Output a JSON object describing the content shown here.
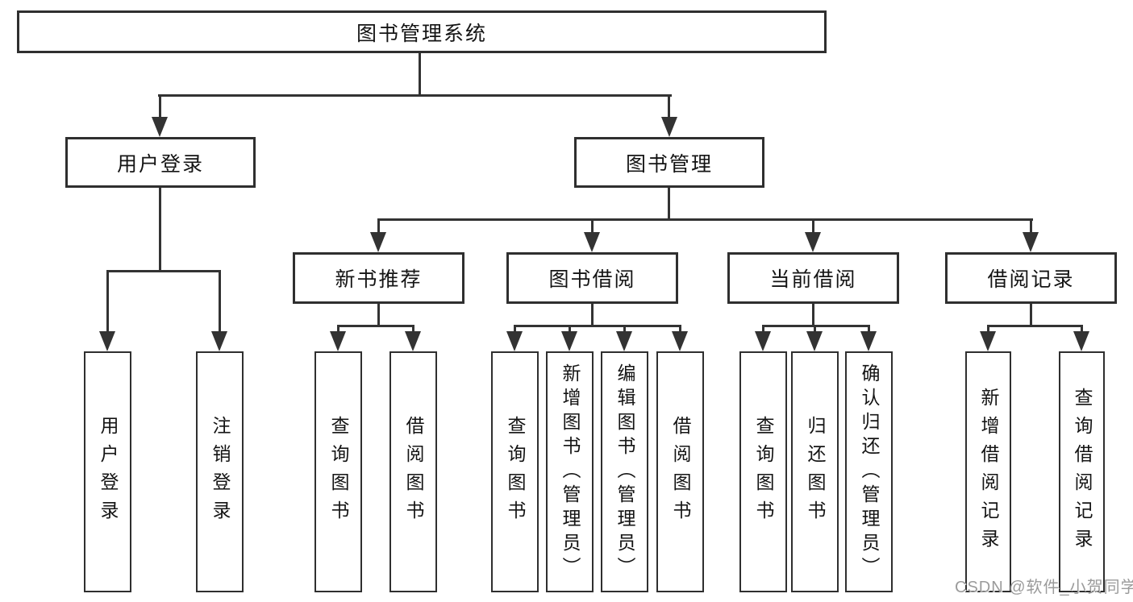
{
  "tree": {
    "root": "图书管理系统",
    "user_login": {
      "label": "用户登录",
      "leaves": [
        "用户登录",
        "注销登录"
      ]
    },
    "book_mgmt": {
      "label": "图书管理",
      "groups": [
        {
          "label": "新书推荐",
          "leaves": [
            "查询图书",
            "借阅图书"
          ]
        },
        {
          "label": "图书借阅",
          "leaves": [
            "查询图书",
            "新增图书（管理员）",
            "编辑图书（管理员）",
            "借阅图书"
          ]
        },
        {
          "label": "当前借阅",
          "leaves": [
            "查询图书",
            "归还图书",
            "确认归还（管理员）"
          ]
        },
        {
          "label": "借阅记录",
          "leaves": [
            "新增借阅记录",
            "查询借阅记录"
          ]
        }
      ]
    }
  },
  "watermark": "CSDN @软件_小贺同学",
  "colors": {
    "line": "#333333",
    "text": "#141414",
    "background": "#ffffff",
    "watermark": "#9b9b9b"
  }
}
